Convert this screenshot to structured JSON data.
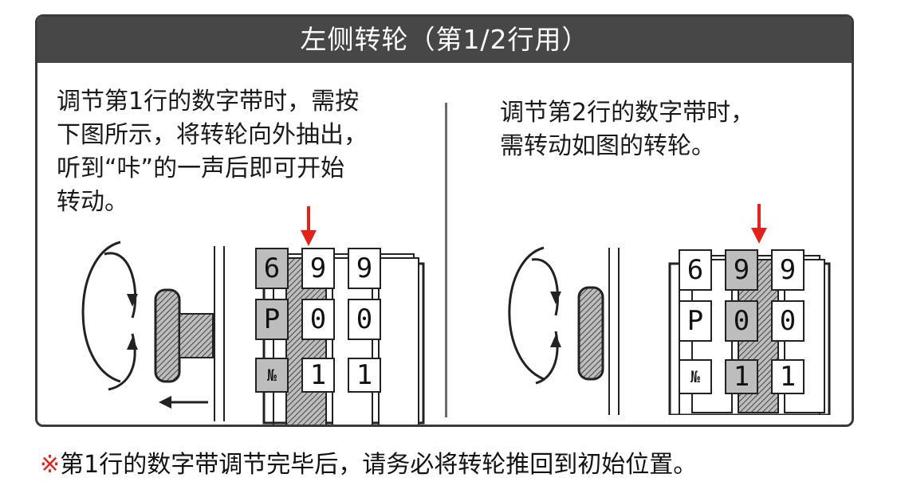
{
  "header": {
    "title": "左侧转轮（第1/2行用）"
  },
  "left_instruction": "调节第1行的数字带时，需按\n下图所示，将转轮向外抽出，\n听到“咔”的一声后即可开始\n转动。",
  "right_instruction": "调节第2行的数字带时，\n需转动如图的转轮。",
  "dials": {
    "row1": [
      "6",
      "9",
      "9"
    ],
    "row2": [
      "P",
      "0",
      "0"
    ],
    "row3": [
      "№",
      "1",
      "1"
    ]
  },
  "footer": {
    "mark": "※",
    "text": "第1行的数字带调节完毕后，请务必将转轮推回到初始位置。"
  },
  "colors": {
    "header_bg": "#474747",
    "arrow_red": "#e3231a",
    "hatch": "#555555"
  }
}
